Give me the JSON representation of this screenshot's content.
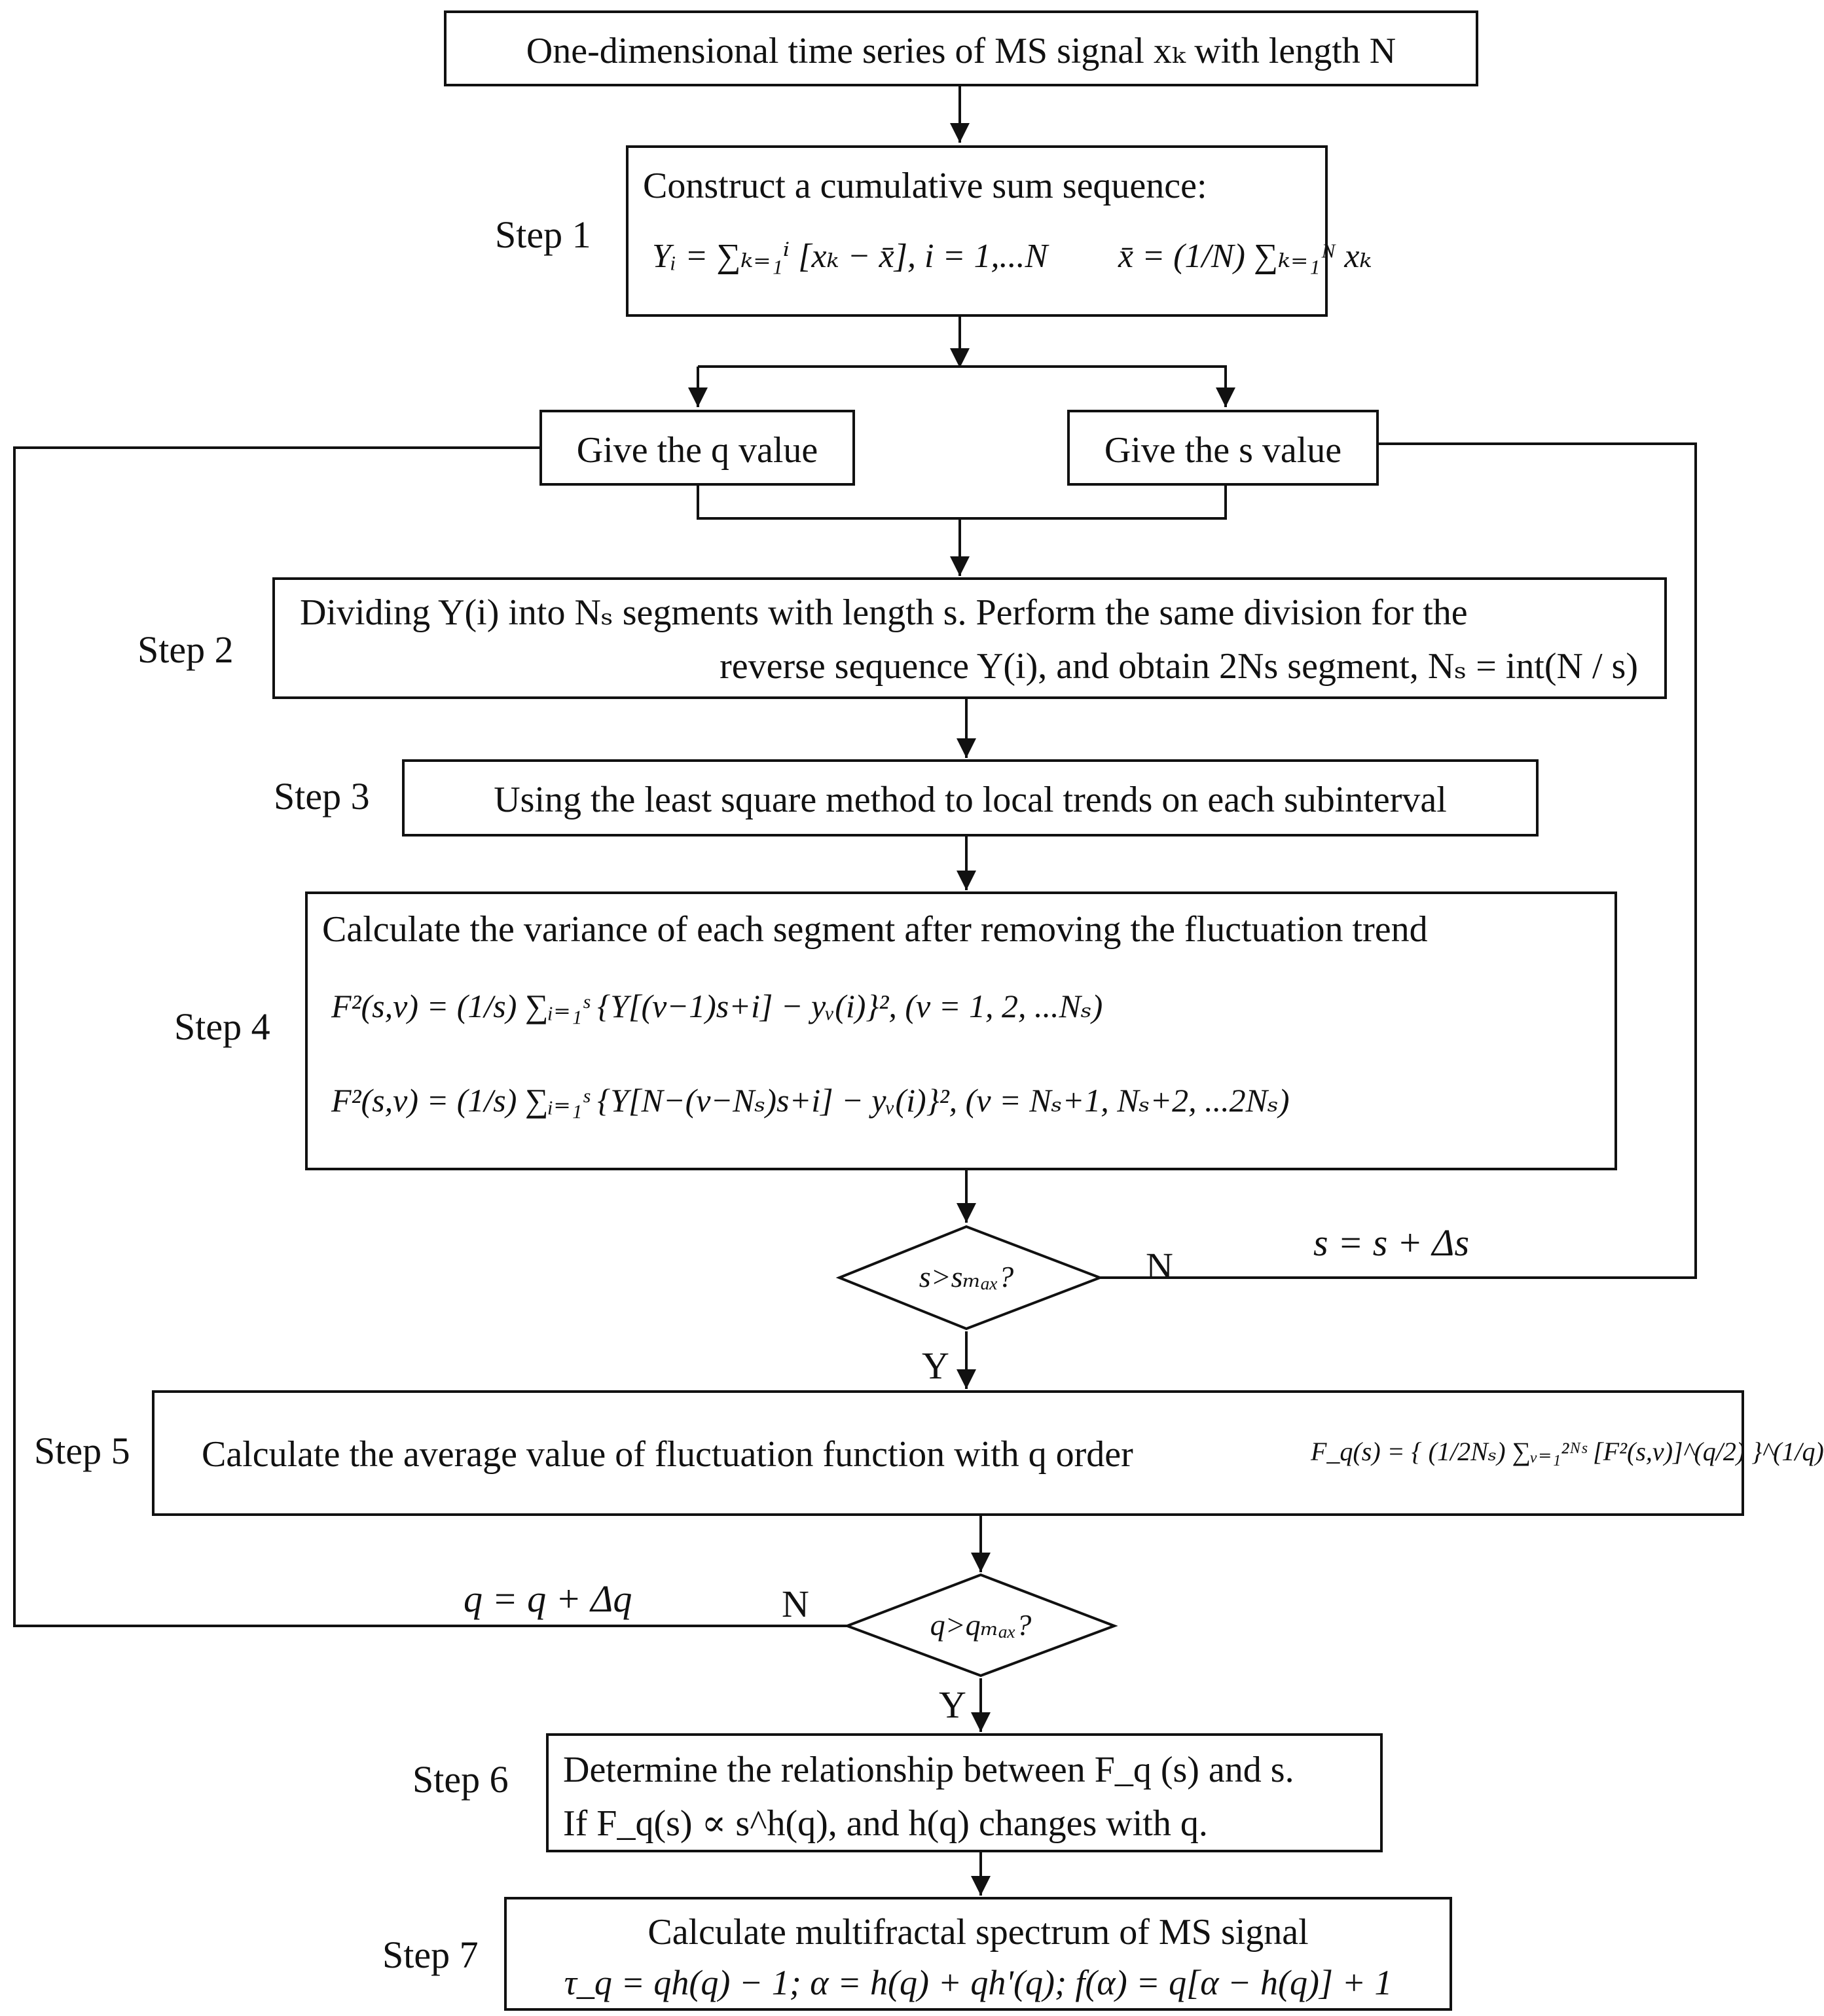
{
  "steps": {
    "s1": "Step 1",
    "s2": "Step 2",
    "s3": "Step 3",
    "s4": "Step 4",
    "s5": "Step 5",
    "s6": "Step 6",
    "s7": "Step 7"
  },
  "nodes": {
    "input": "One-dimensional time series of MS signal xₖ with length N",
    "step1": {
      "title": "Construct a cumulative sum sequence:",
      "eq_left": "Yᵢ = ∑ₖ₌₁ⁱ [xₖ − x̄], i = 1,...N",
      "eq_right": "x̄ = (1/N) ∑ₖ₌₁ᴺ xₖ"
    },
    "give_q": "Give the q value",
    "give_s": "Give the s value",
    "step2": {
      "line1": "Dividing Y(i) into Nₛ segments with length s. Perform the same division for the",
      "line2": "reverse sequence Y(i), and obtain 2Ns segment,  Nₛ = int(N / s)"
    },
    "step3": "Using the least square method to local trends on each subinterval",
    "step4": {
      "title": "Calculate the variance of each segment after removing the fluctuation trend",
      "eq1": "F²(s,v) = (1/s) ∑ᵢ₌₁ˢ {Y[(v−1)s+i] − yᵥ(i)}², (v = 1, 2, ...Nₛ)",
      "eq2": "F²(s,v) = (1/s) ∑ᵢ₌₁ˢ {Y[N−(v−Nₛ)s+i] − yᵥ(i)}², (v = Nₛ+1, Nₛ+2, ...2Nₛ)"
    },
    "decision_s": "s>sₘₐₓ?",
    "step5": {
      "text": "Calculate the average value of fluctuation function with q order",
      "eq": "F_q(s) = { (1/2Nₛ) ∑ᵥ₌₁²ᴺˢ [F²(s,v)]^(q/2) }^(1/q)"
    },
    "decision_q": "q>qₘₐₓ?",
    "step6": {
      "line1": "Determine the relationship between F_q (s) and s.",
      "line2": "If  F_q(s) ∝ s^h(q), and h(q) changes with q."
    },
    "step7": {
      "line1": "Calculate multifractal spectrum of MS signal",
      "line2": "τ_q = qh(q) − 1; α = h(q) + qh'(q); f(α) = q[α − h(q)] + 1"
    }
  },
  "edge_labels": {
    "s_no": "N",
    "s_yes": "Y",
    "q_no": "N",
    "q_yes": "Y",
    "s_update": "s = s + Δs",
    "q_update": "q = q + Δq"
  }
}
